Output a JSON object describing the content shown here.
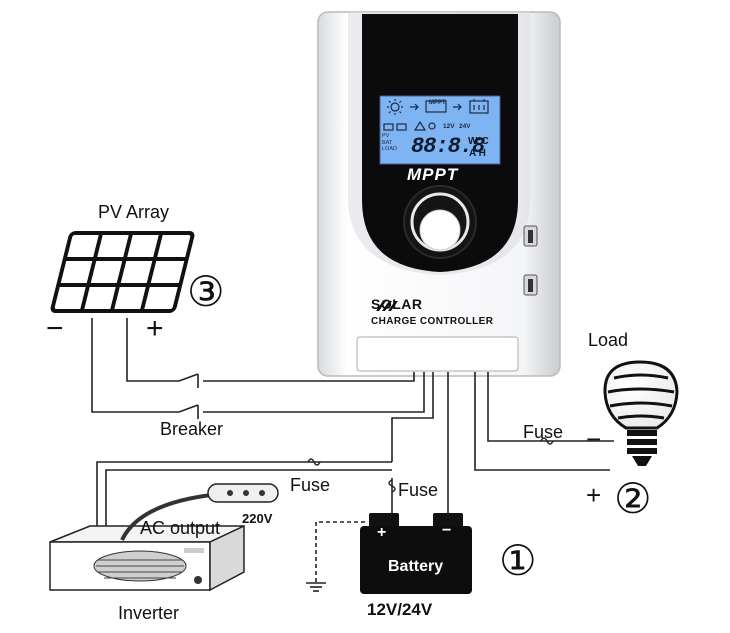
{
  "controller": {
    "display_mode": "MPPT",
    "brand_line1": "SOLAR",
    "brand_line2": "CHARGE CONTROLLER",
    "lcd_digits": "88:8.8",
    "lcd_units_top": "W°C",
    "lcd_units_bottom": "A H",
    "lcd_rows": [
      "PV",
      "BAT",
      "LOAD"
    ],
    "lcd_volt_labels": [
      "12V",
      "24V"
    ],
    "lcd_mppt_tag": "MPPT"
  },
  "labels": {
    "pv_array": "PV Array",
    "pv_minus": "−",
    "pv_plus": "+",
    "breaker": "Breaker",
    "load": "Load",
    "fuse_load": "Fuse",
    "fuse_inverter": "Fuse",
    "fuse_battery": "Fuse",
    "ac_output": "AC output",
    "ac_voltage": "220V",
    "inverter": "Inverter",
    "battery": "Battery",
    "battery_plus": "+",
    "battery_minus": "−",
    "battery_voltage": "12V/24V",
    "load_minus": "−",
    "load_plus": "+"
  },
  "markers": {
    "battery": "①",
    "load": "②",
    "pv": "③"
  },
  "colors": {
    "controller_body": "#f4f5f7",
    "controller_face": "#0b0b0b",
    "lcd": "#7fb4f2",
    "wire": "#222222"
  }
}
